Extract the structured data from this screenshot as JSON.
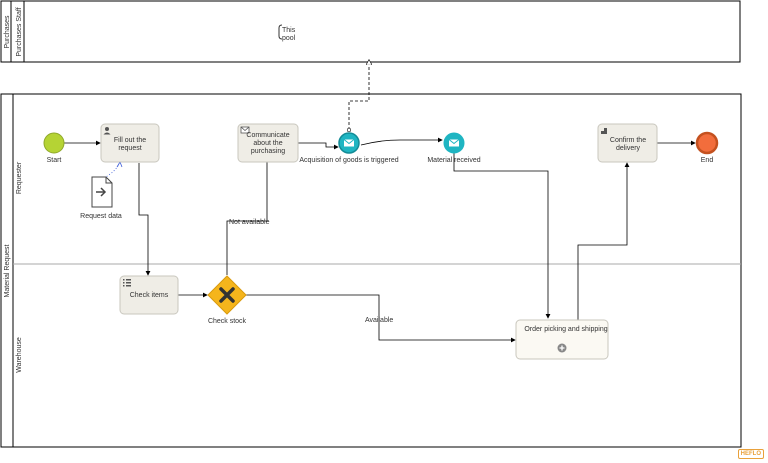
{
  "pools": {
    "purchases": {
      "label": "Purchases",
      "lane": "Purchases Staff",
      "note_line1": "This",
      "note_line2": "pool"
    },
    "material": {
      "label": "Material Request",
      "lanes": {
        "requester": "Requester",
        "warehouse": "Warehouse"
      }
    }
  },
  "events": {
    "start": "Start",
    "end": "End",
    "acquisition": "Acquisition of goods is triggered",
    "received": "Material received"
  },
  "tasks": {
    "fill": {
      "line1": "Fill out the",
      "line2": "request"
    },
    "communicate": {
      "line1": "Communicate",
      "line2": "about the",
      "line3": "purchasing"
    },
    "confirm": {
      "line1": "Confirm the",
      "line2": "delivery"
    },
    "check": "Check items",
    "order": "Order picking and shipping"
  },
  "data_object": "Request data",
  "gateway": "Check stock",
  "flows": {
    "not_available": "Not available",
    "available": "Available"
  },
  "badge": "HEFLO",
  "colors": {
    "start": "#b5d334",
    "end": "#f26d3c",
    "message": "#1fb5c2",
    "gateway": "#f5b51c",
    "task_fill": "#efede6",
    "task_stroke": "#c9c7be"
  }
}
